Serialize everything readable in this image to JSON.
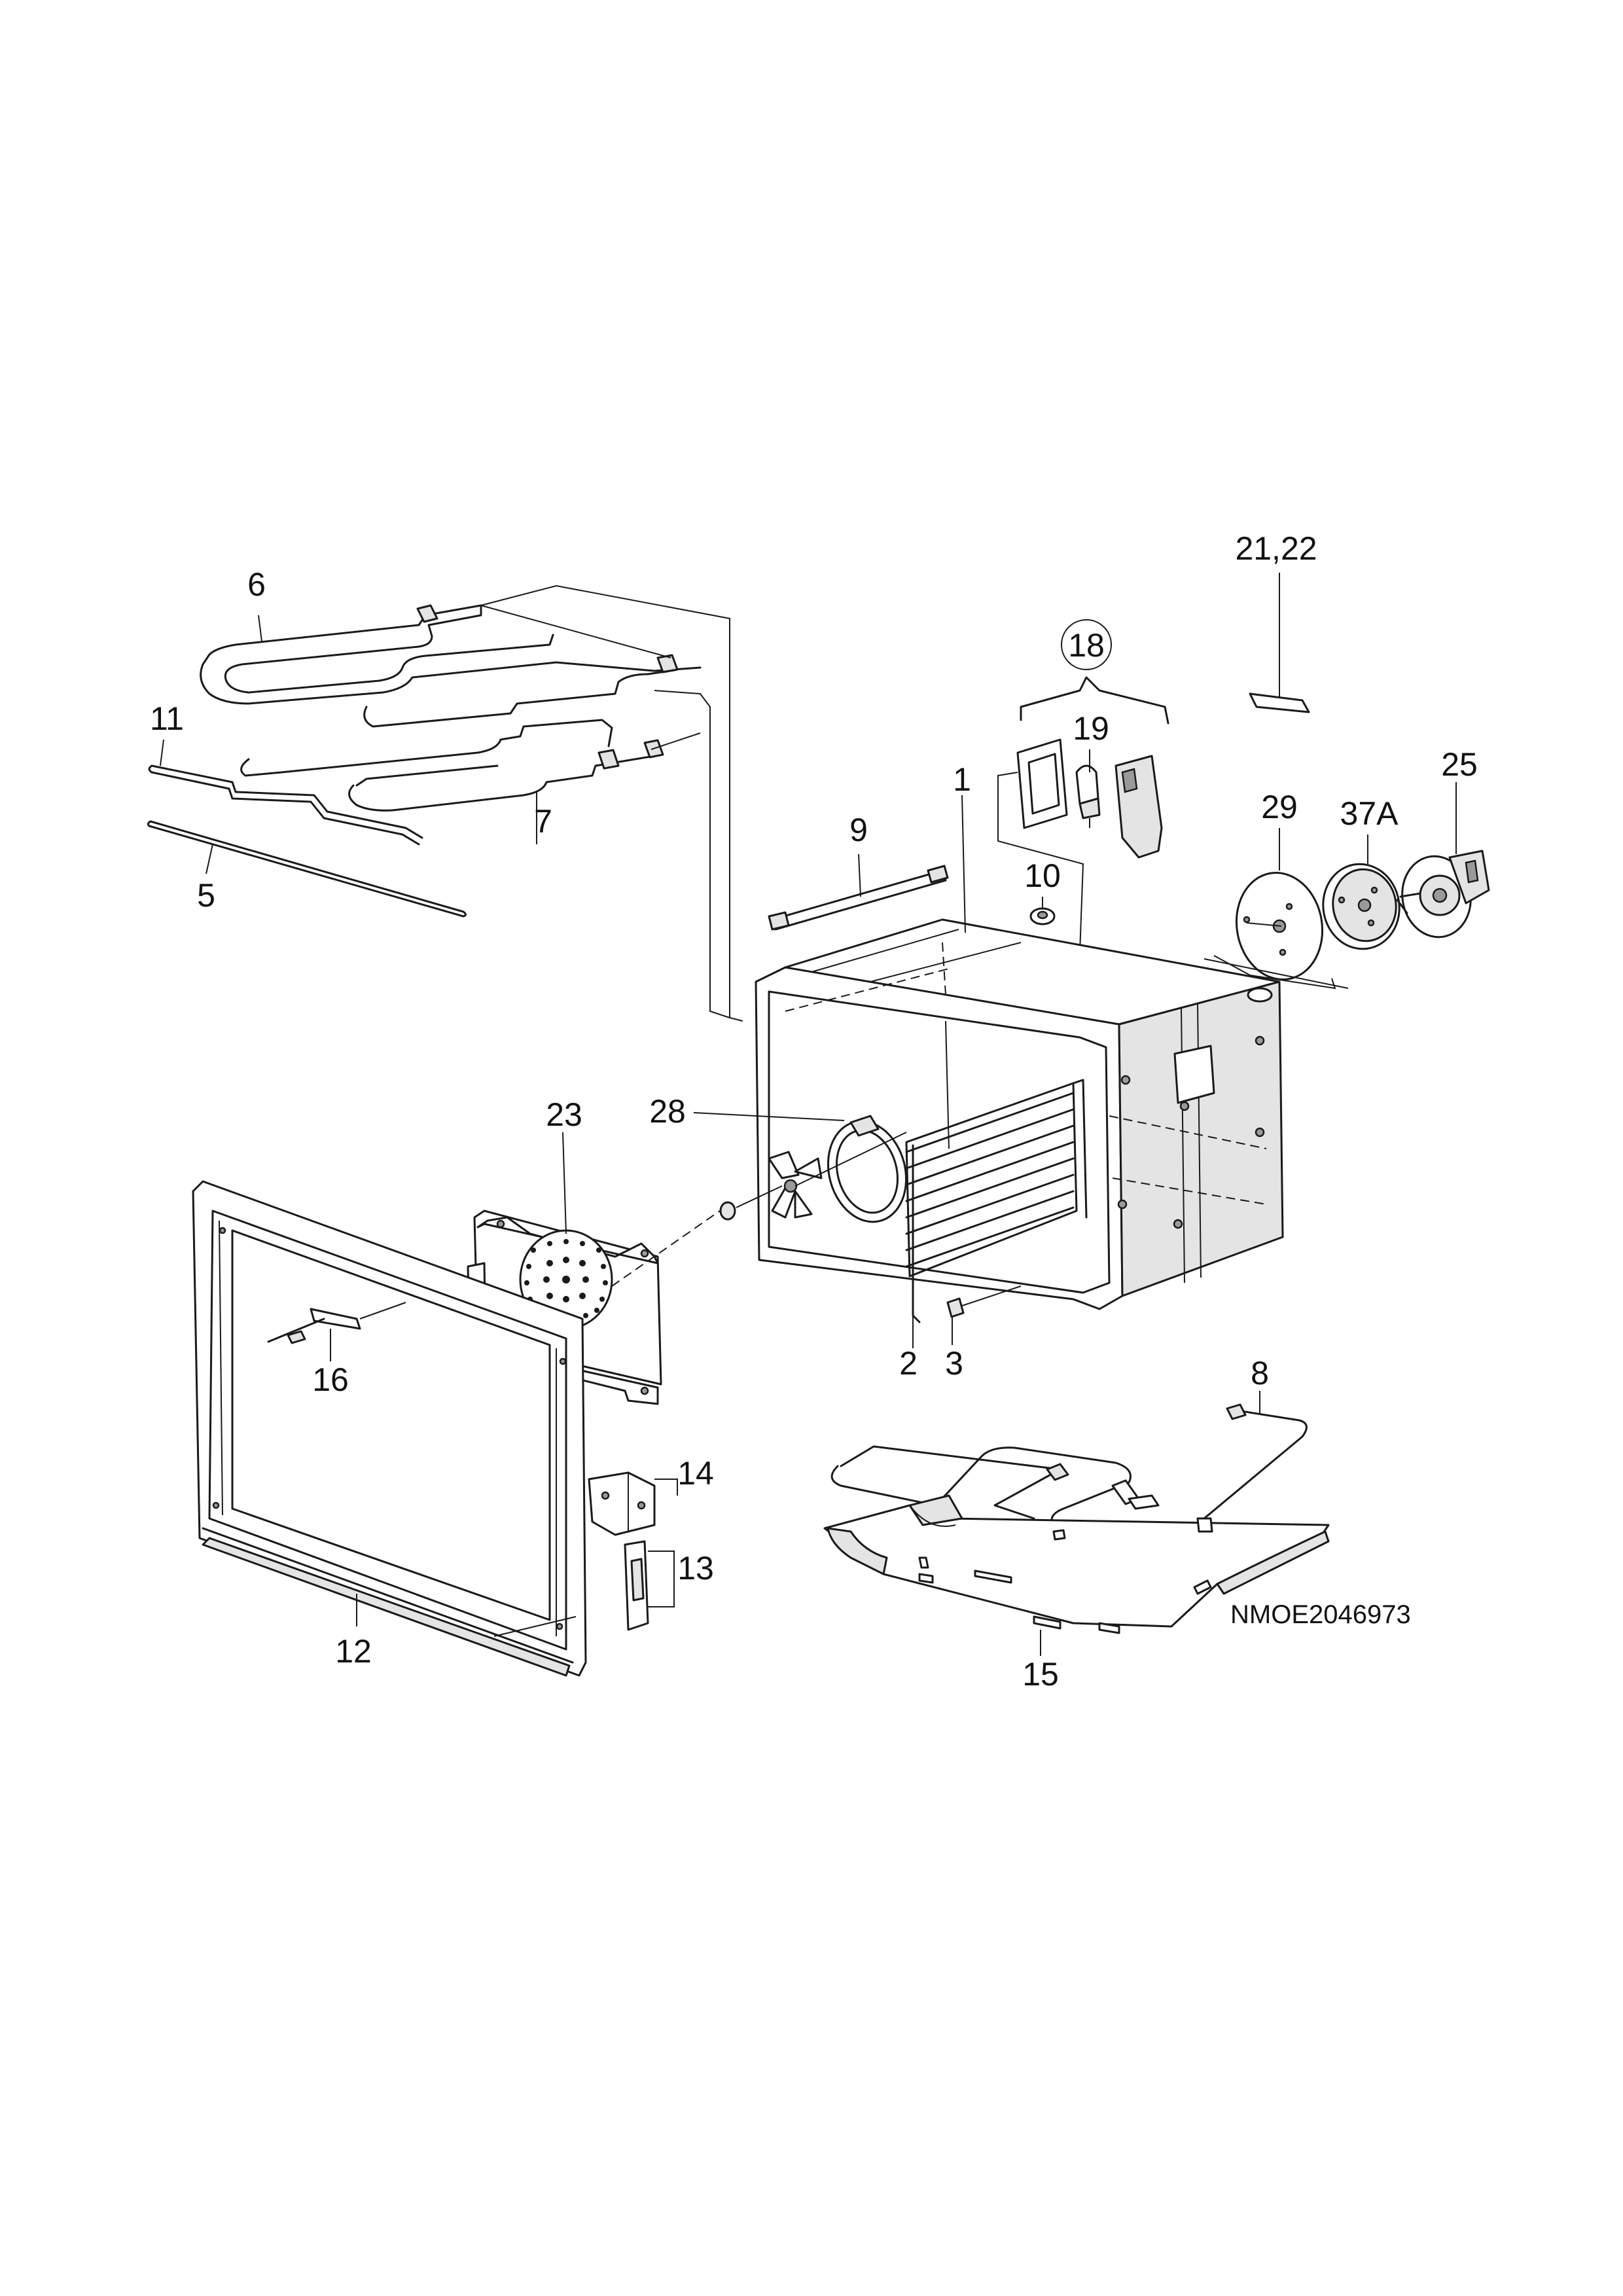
{
  "diagram": {
    "code": "NMOE2046973",
    "labels": {
      "l1": "1",
      "l2": "2",
      "l3": "3",
      "l5": "5",
      "l6": "6",
      "l7": "7",
      "l8": "8",
      "l9": "9",
      "l10": "10",
      "l11": "11",
      "l12": "12",
      "l13": "13",
      "l14": "14",
      "l15": "15",
      "l16": "16",
      "l18": "18",
      "l19": "19",
      "l2122": "21,22",
      "l23": "23",
      "l25": "25",
      "l28": "28",
      "l29": "29",
      "l37A": "37A"
    }
  }
}
